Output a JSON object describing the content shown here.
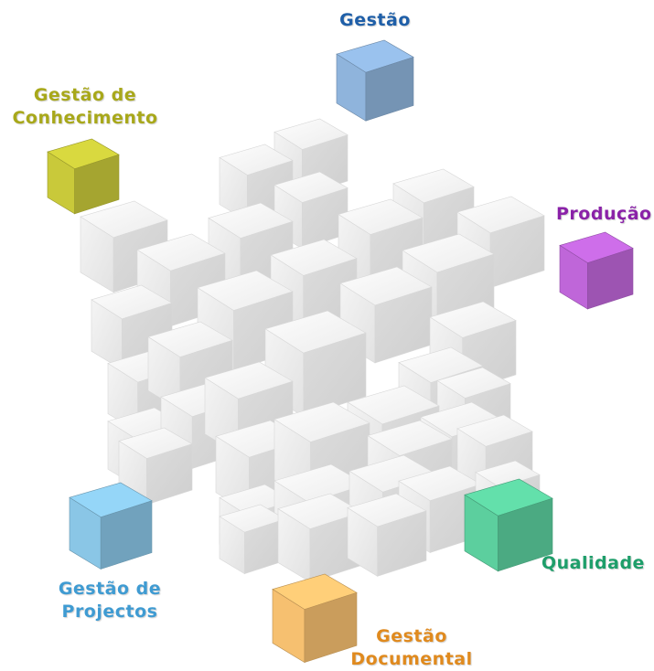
{
  "modules": [
    {
      "id": "gestao",
      "lines": [
        "Gestão"
      ],
      "color": "#1f5fa8",
      "cube_color": "#8fb4dc",
      "icon": "cube-icon"
    },
    {
      "id": "conhecimento",
      "lines": [
        "Gestão de",
        "Conhecimento"
      ],
      "color": "#a8a81a",
      "cube_color": "#c9c93a",
      "icon": "cube-icon"
    },
    {
      "id": "producao",
      "lines": [
        "Produção"
      ],
      "color": "#8a22a8",
      "cube_color": "#bf66d9",
      "icon": "cube-icon"
    },
    {
      "id": "qualidade",
      "lines": [
        "Qualidade"
      ],
      "color": "#1e9e6a",
      "cube_color": "#5ccf9e",
      "icon": "cube-icon"
    },
    {
      "id": "documental",
      "lines": [
        "Gestão",
        "Documental"
      ],
      "color": "#e08a1e",
      "cube_color": "#f6c070",
      "icon": "cube-icon"
    },
    {
      "id": "projectos",
      "lines": [
        "Gestão de",
        "Projectos"
      ],
      "color": "#3f9bd2",
      "cube_color": "#8ac6e6",
      "icon": "cube-icon"
    }
  ],
  "center_cluster": {
    "icon": "cube-cluster-icon",
    "cube_color": "#f2f2f2"
  }
}
